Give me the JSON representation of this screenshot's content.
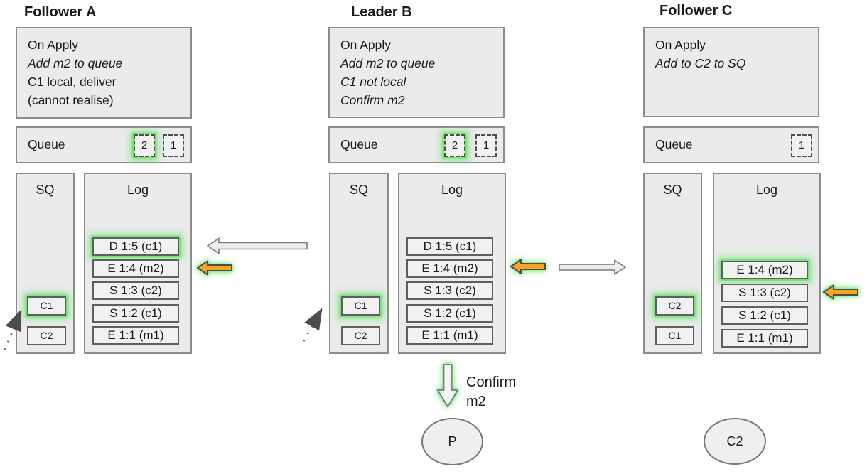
{
  "colors": {
    "highlight_green": "#5ce05c",
    "arrow_orange": "#f5a428",
    "arrow_gray_fill": "#ededed",
    "panel_fill": "#ebebeb",
    "item_fill": "#f1f1f1"
  },
  "columns": [
    {
      "title": "Follower A",
      "on_apply": {
        "line1": "On Apply",
        "line2": "Add m2 to queue",
        "line3": "C1 local, deliver",
        "line4": "(cannot realise)"
      },
      "queue": {
        "label": "Queue",
        "chips": [
          {
            "value": "2",
            "highlight": true
          },
          {
            "value": "1",
            "highlight": false
          }
        ]
      },
      "sq": {
        "label": "SQ",
        "items": [
          {
            "value": "C1",
            "highlight": true
          },
          {
            "value": "C2",
            "highlight": false
          }
        ]
      },
      "log": {
        "label": "Log",
        "entries": [
          {
            "text": "D 1:5 (c1)",
            "highlight": true
          },
          {
            "text": "E 1:4 (m2)",
            "highlight": false
          },
          {
            "text": "S 1:3 (c2)",
            "highlight": false
          },
          {
            "text": "S 1:2 (c1)",
            "highlight": false
          },
          {
            "text": "E 1:1 (m1)",
            "highlight": false
          }
        ]
      }
    },
    {
      "title": "Leader B",
      "on_apply": {
        "line1": "On Apply",
        "line2": "Add m2 to queue",
        "line3": "C1 not local",
        "line4": "Confirm m2"
      },
      "queue": {
        "label": "Queue",
        "chips": [
          {
            "value": "2",
            "highlight": true
          },
          {
            "value": "1",
            "highlight": false
          }
        ]
      },
      "sq": {
        "label": "SQ",
        "items": [
          {
            "value": "C1",
            "highlight": true
          },
          {
            "value": "C2",
            "highlight": false
          }
        ]
      },
      "log": {
        "label": "Log",
        "entries": [
          {
            "text": "D 1:5 (c1)",
            "highlight": false
          },
          {
            "text": "E 1:4 (m2)",
            "highlight": false
          },
          {
            "text": "S 1:3 (c2)",
            "highlight": false
          },
          {
            "text": "S 1:2 (c1)",
            "highlight": false
          },
          {
            "text": "E 1:1 (m1)",
            "highlight": false
          }
        ]
      }
    },
    {
      "title": "Follower C",
      "on_apply": {
        "line1": "On Apply",
        "line2": "Add to C2 to SQ"
      },
      "queue": {
        "label": "Queue",
        "chips": [
          {
            "value": "1",
            "highlight": false
          }
        ]
      },
      "sq": {
        "label": "SQ",
        "items": [
          {
            "value": "C2",
            "highlight": true
          },
          {
            "value": "C1",
            "highlight": false
          }
        ]
      },
      "log": {
        "label": "Log",
        "entries": [
          {
            "text": "E 1:4 (m2)",
            "highlight": true
          },
          {
            "text": "S 1:3 (c2)",
            "highlight": false
          },
          {
            "text": "S 1:2 (c1)",
            "highlight": false
          },
          {
            "text": "E 1:1 (m1)",
            "highlight": false
          }
        ]
      }
    }
  ],
  "arrows": [
    {
      "name": "replicate-arrow-b-to-a",
      "direction": "left",
      "color": "gray",
      "highlight": false
    },
    {
      "name": "apply-pointer-a",
      "direction": "left",
      "color": "orange",
      "highlight": true
    },
    {
      "name": "apply-pointer-b",
      "direction": "left",
      "color": "orange",
      "highlight": true
    },
    {
      "name": "replicate-arrow-b-to-c",
      "direction": "right",
      "color": "gray",
      "highlight": false
    },
    {
      "name": "apply-pointer-c",
      "direction": "left",
      "color": "orange",
      "highlight": true
    },
    {
      "name": "confirm-arrow-down",
      "direction": "down",
      "color": "gray",
      "highlight": true
    },
    {
      "name": "sq-pointer-a",
      "direction": "up-right",
      "style": "dotted"
    },
    {
      "name": "sq-pointer-b",
      "direction": "up-right",
      "style": "dotted"
    }
  ],
  "confirm": {
    "line1": "Confirm",
    "line2": "m2"
  },
  "nodes": [
    {
      "label": "P"
    },
    {
      "label": "C2"
    }
  ]
}
